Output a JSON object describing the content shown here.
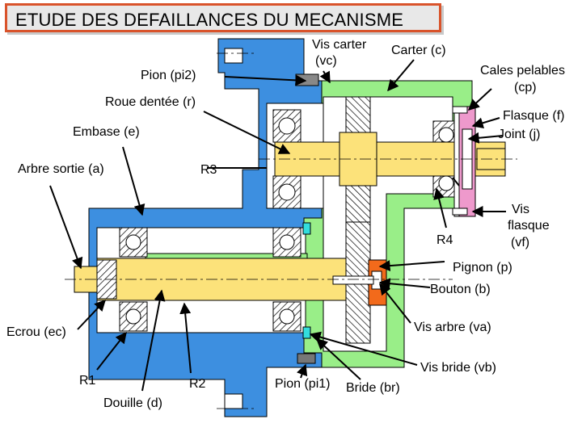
{
  "title": "ETUDE DES DEFAILLANCES DU MECANISME",
  "labels": {
    "vis_carter": [
      "Vis carter",
      "(vc)"
    ],
    "carter": "Carter (c)",
    "pion_pi2": "Pion (pi2)",
    "cales": [
      "Cales pelables",
      "(cp)"
    ],
    "roue": "Roue dentée (r)",
    "flasque": "Flasque (f)",
    "joint": "Joint (j)",
    "embase": "Embase (e)",
    "arbre": "Arbre sortie (a)",
    "r3": "R3",
    "r4": "R4",
    "vis_flasque": [
      "Vis",
      "flasque",
      "(vf)"
    ],
    "pignon": "Pignon (p)",
    "bouton": "Bouton (b)",
    "vis_arbre": "Vis arbre (va)",
    "ecrou": "Ecrou (ec)",
    "vis_bride": "Vis bride (vb)",
    "r1": "R1",
    "r2": "R2",
    "pion_pi1": "Pion (pi1)",
    "bride": "Bride (br)",
    "douille": "Douille (d)"
  },
  "colors": {
    "embase": "#3d8fe0",
    "carter": "#99ee88",
    "shaft": "#fce27a",
    "joint": "#ee99cc",
    "pignon_core": "#f26a1b",
    "title_border": "#d9532b",
    "title_bg": "#e8e8e8"
  }
}
